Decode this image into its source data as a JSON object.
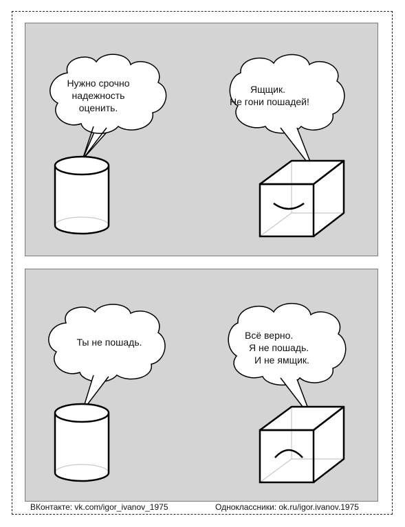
{
  "panels": [
    {
      "left_bubble": [
        "Нужно срочно",
        "надежность",
        "оценить."
      ],
      "right_bubble": [
        "Ящщик.",
        "Не гони пошадей!"
      ],
      "box_face": "smile"
    },
    {
      "left_bubble": [
        "Ты не пошадь."
      ],
      "right_bubble": [
        "Всё верно.",
        "Я не пошадь.",
        "И не ямщик."
      ],
      "box_face": "frown"
    }
  ],
  "footer": {
    "vk": "ВКонтакте:  vk.com/igor_ivanov_1975",
    "ok": "Одноклассники:  ok.ru/igor.ivanov.1975"
  }
}
